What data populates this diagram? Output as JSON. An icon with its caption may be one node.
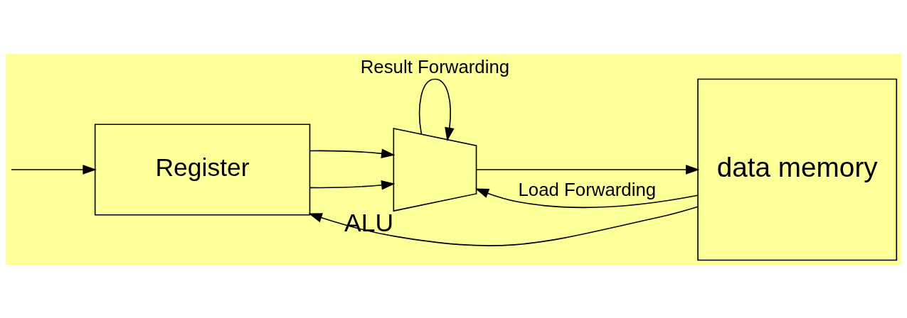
{
  "diagram": {
    "nodes": [
      {
        "text": [
          "Register"
        ]
      },
      {
        "text": [
          "ALU"
        ]
      },
      {
        "text": [
          "data memory"
        ]
      }
    ],
    "edges": [
      {
        "from": null,
        "to": 0,
        "arrow": "to"
      },
      {
        "from": 0,
        "to": 1,
        "arrow": "to"
      },
      {
        "from": 0,
        "to": 1,
        "arrow": "to"
      },
      {
        "from": 1,
        "to": 2,
        "arrow": "to"
      },
      {
        "from": 2,
        "to": 1,
        "arrow": "to",
        "label": "Load Forwarding"
      },
      {
        "from": 1,
        "to": 1,
        "arrow": "to",
        "label": "Result Forwarding"
      },
      {
        "from": 2,
        "to": 0,
        "arrow": "to"
      }
    ]
  }
}
